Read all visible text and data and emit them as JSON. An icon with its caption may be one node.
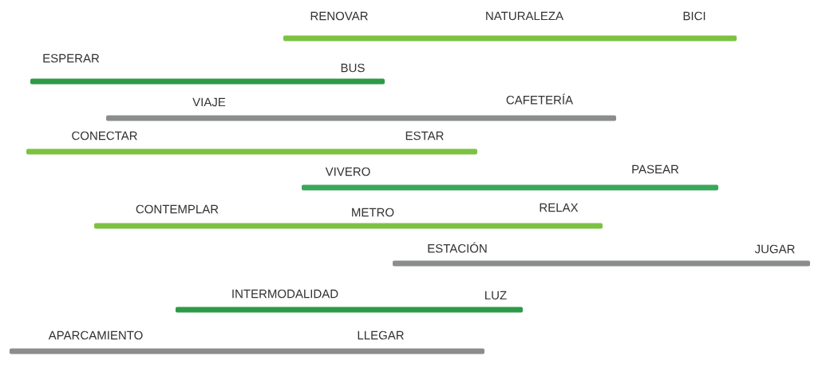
{
  "diagram": {
    "nodes": [
      {
        "text": [
          "RENOVAR",
          "NATURALEZA",
          "BICI"
        ]
      },
      {
        "text": [
          "ESPERAR",
          "BUS"
        ]
      },
      {
        "text": [
          "VIAJE",
          "CAFETERÍA"
        ]
      },
      {
        "text": [
          "CONECTAR",
          "ESTAR"
        ]
      },
      {
        "text": [
          "VIVERO",
          "PASEAR"
        ]
      },
      {
        "text": [
          "CONTEMPLAR",
          "METRO",
          "RELAX"
        ]
      },
      {
        "text": [
          "ESTACIÓN",
          "JUGAR"
        ]
      },
      {
        "text": [
          "INTERMODALIDAD",
          "LUZ"
        ]
      },
      {
        "text": [
          "APARCAMIENTO",
          "LLEGAR"
        ]
      }
    ]
  }
}
